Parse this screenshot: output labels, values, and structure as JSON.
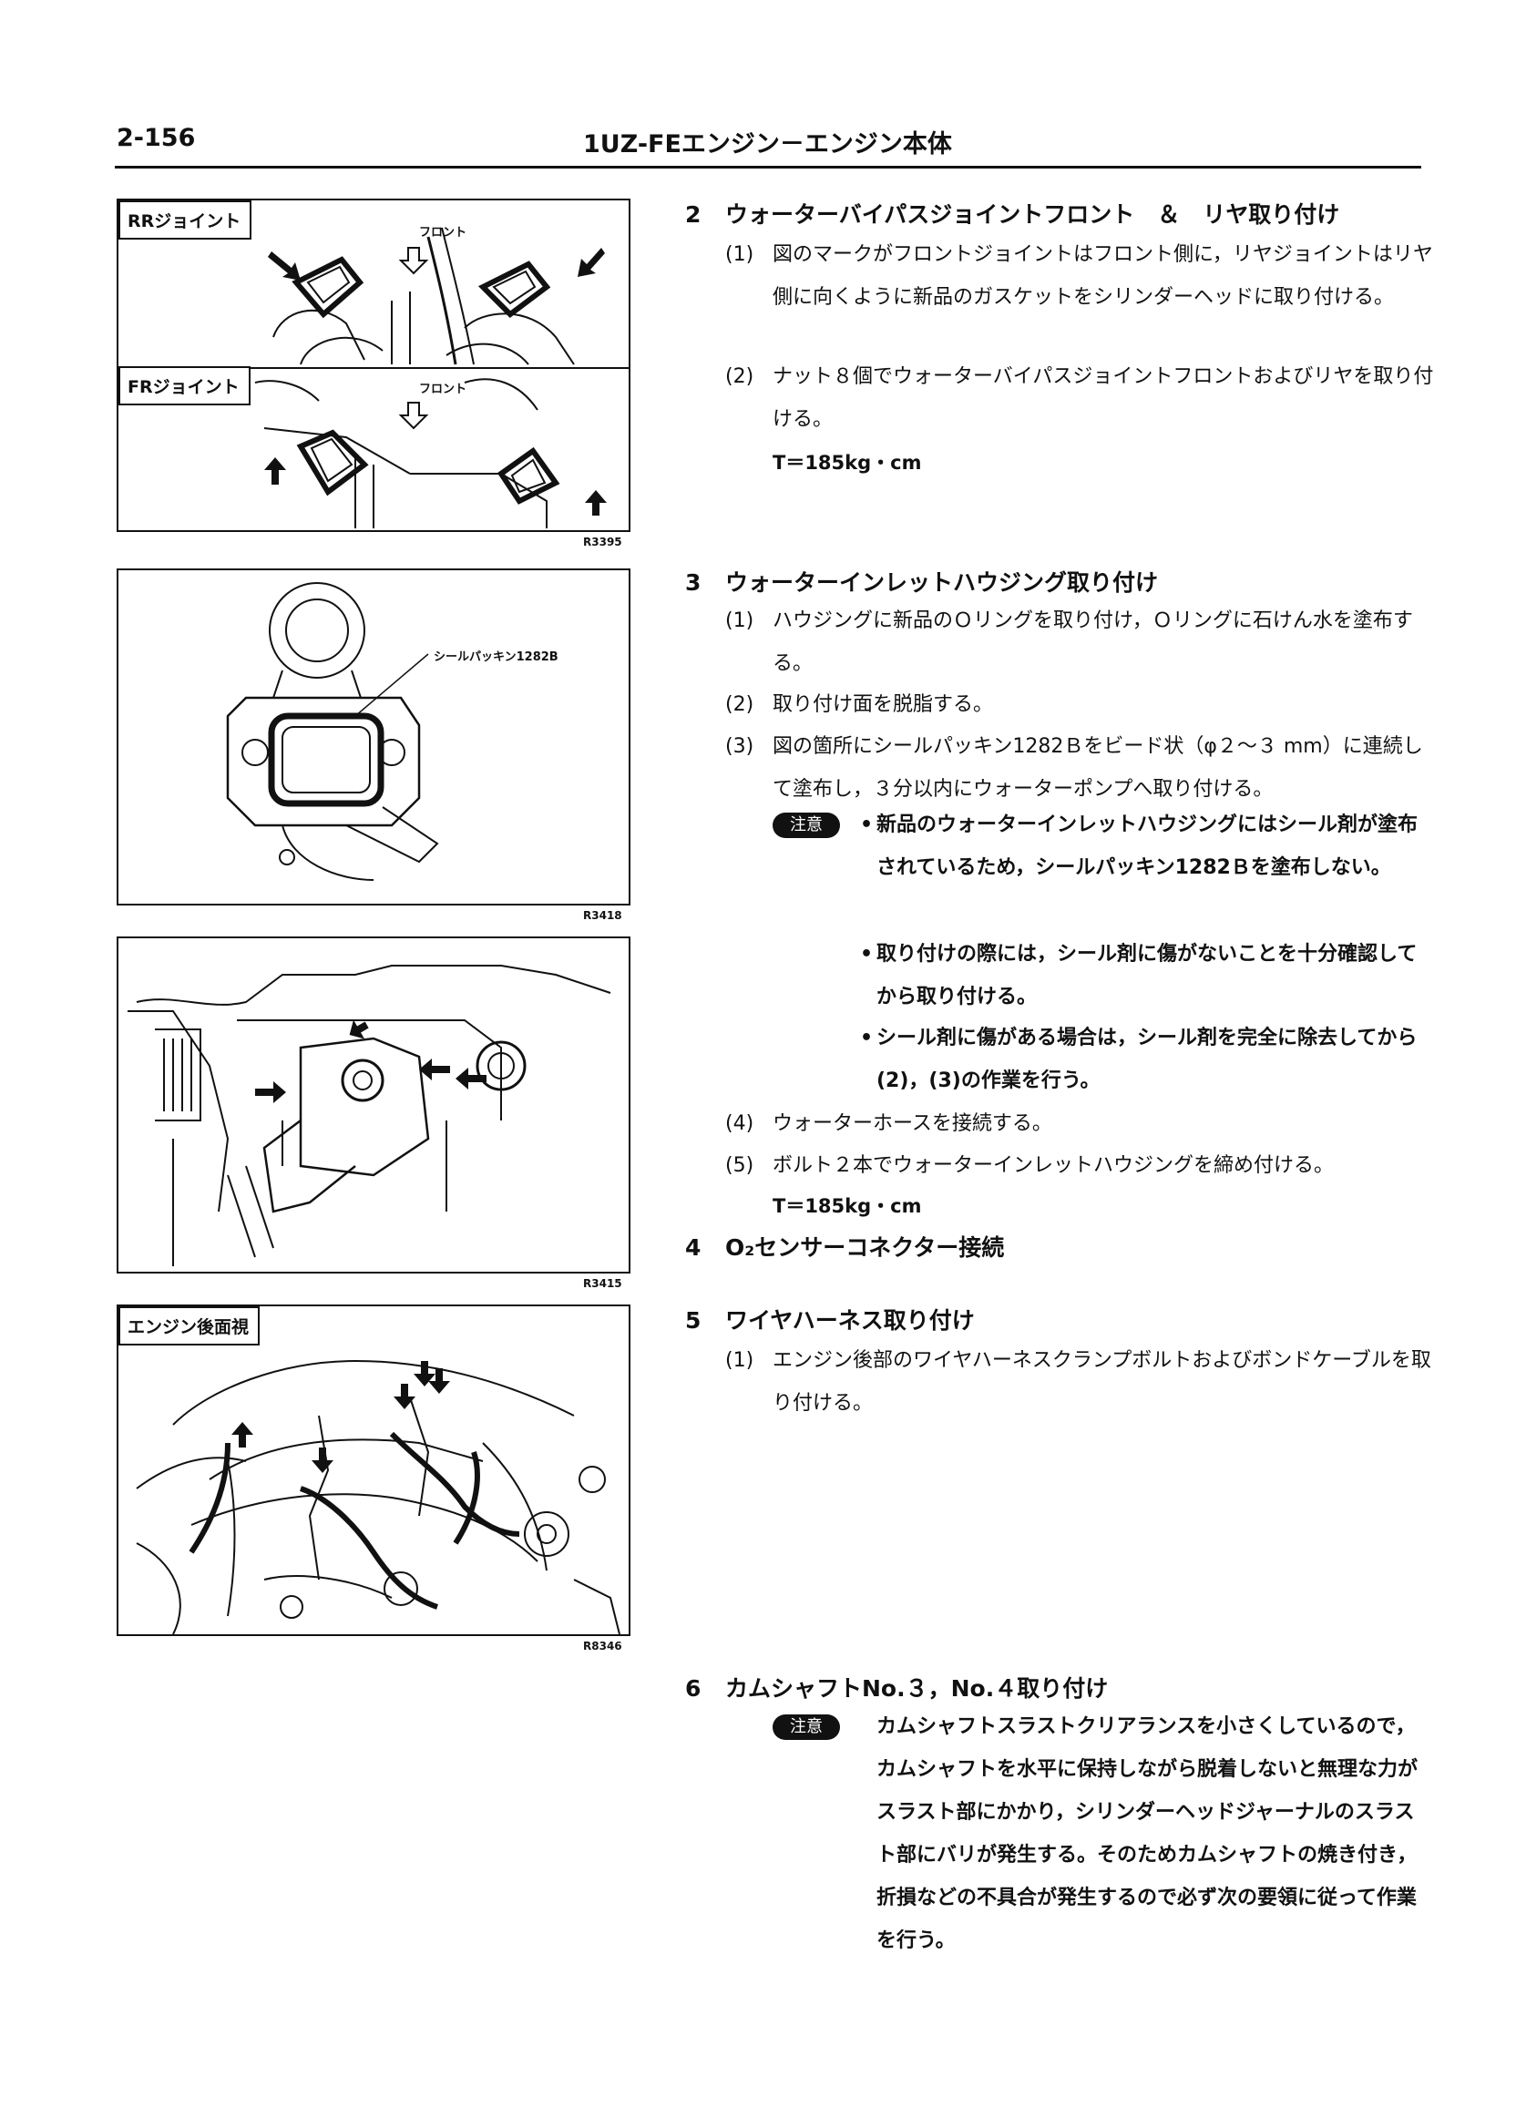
{
  "header": {
    "page_number": "2-156",
    "title": "1UZ-FEエンジン－エンジン本体"
  },
  "figures": {
    "fig1": {
      "code": "R3395",
      "rr_label": "RRジョイント",
      "fr_label": "FRジョイント",
      "front_label_1": "フロント",
      "front_label_2": "フロント"
    },
    "fig2": {
      "code": "R3418",
      "callout": "シールパッキン1282B"
    },
    "fig3": {
      "code": "R3415"
    },
    "fig4": {
      "code": "R8346",
      "label": "エンジン後面視"
    }
  },
  "steps": {
    "s2": {
      "num": "2",
      "title": "ウォーターバイパスジョイントフロント　＆　リヤ取り付け",
      "items": [
        {
          "n": "(1)",
          "text": "図のマークがフロントジョイントはフロント側に，リヤジョイントはリヤ側に向くように新品のガスケットをシリンダーヘッドに取り付ける。"
        },
        {
          "n": "(2)",
          "text": "ナット８個でウォーターバイパスジョイントフロントおよびリヤを取り付ける。"
        }
      ],
      "torque": "T＝185kg・cm"
    },
    "s3": {
      "num": "3",
      "title": "ウォーターインレットハウジング取り付け",
      "items": [
        {
          "n": "(1)",
          "text": "ハウジングに新品のＯリングを取り付け，Ｏリングに石けん水を塗布する。"
        },
        {
          "n": "(2)",
          "text": "取り付け面を脱脂する。"
        },
        {
          "n": "(3)",
          "text": "図の箇所にシールパッキン1282Ｂをビード状（φ２～３ mm）に連続して塗布し，３分以内にウォーターポンプへ取り付ける。"
        },
        {
          "n": "(4)",
          "text": "ウォーターホースを接続する。"
        },
        {
          "n": "(5)",
          "text": "ボルト２本でウォーターインレットハウジングを締め付ける。"
        }
      ],
      "caution_label": "注意",
      "bullets": [
        "新品のウォーターインレットハウジングにはシール剤が塗布されているため，シールパッキン1282Ｂを塗布しない。",
        "取り付けの際には，シール剤に傷がないことを十分確認してから取り付ける。",
        "シール剤に傷がある場合は，シール剤を完全に除去してから(2)，(3)の作業を行う。"
      ],
      "torque": "T＝185kg・cm"
    },
    "s4": {
      "num": "4",
      "title": "O₂センサーコネクター接続"
    },
    "s5": {
      "num": "5",
      "title": "ワイヤハーネス取り付け",
      "items": [
        {
          "n": "(1)",
          "text": "エンジン後部のワイヤハーネスクランプボルトおよびボンドケーブルを取り付ける。"
        }
      ]
    },
    "s6": {
      "num": "6",
      "title": "カムシャフトNo.３，No.４取り付け",
      "caution_label": "注意",
      "caution_text": "カムシャフトスラストクリアランスを小さくしているので，カムシャフトを水平に保持しながら脱着しないと無理な力がスラスト部にかかり，シリンダーヘッドジャーナルのスラスト部にバリが発生する。そのためカムシャフトの焼き付き，折損などの不具合が発生するので必ず次の要領に従って作業を行う。"
    }
  }
}
